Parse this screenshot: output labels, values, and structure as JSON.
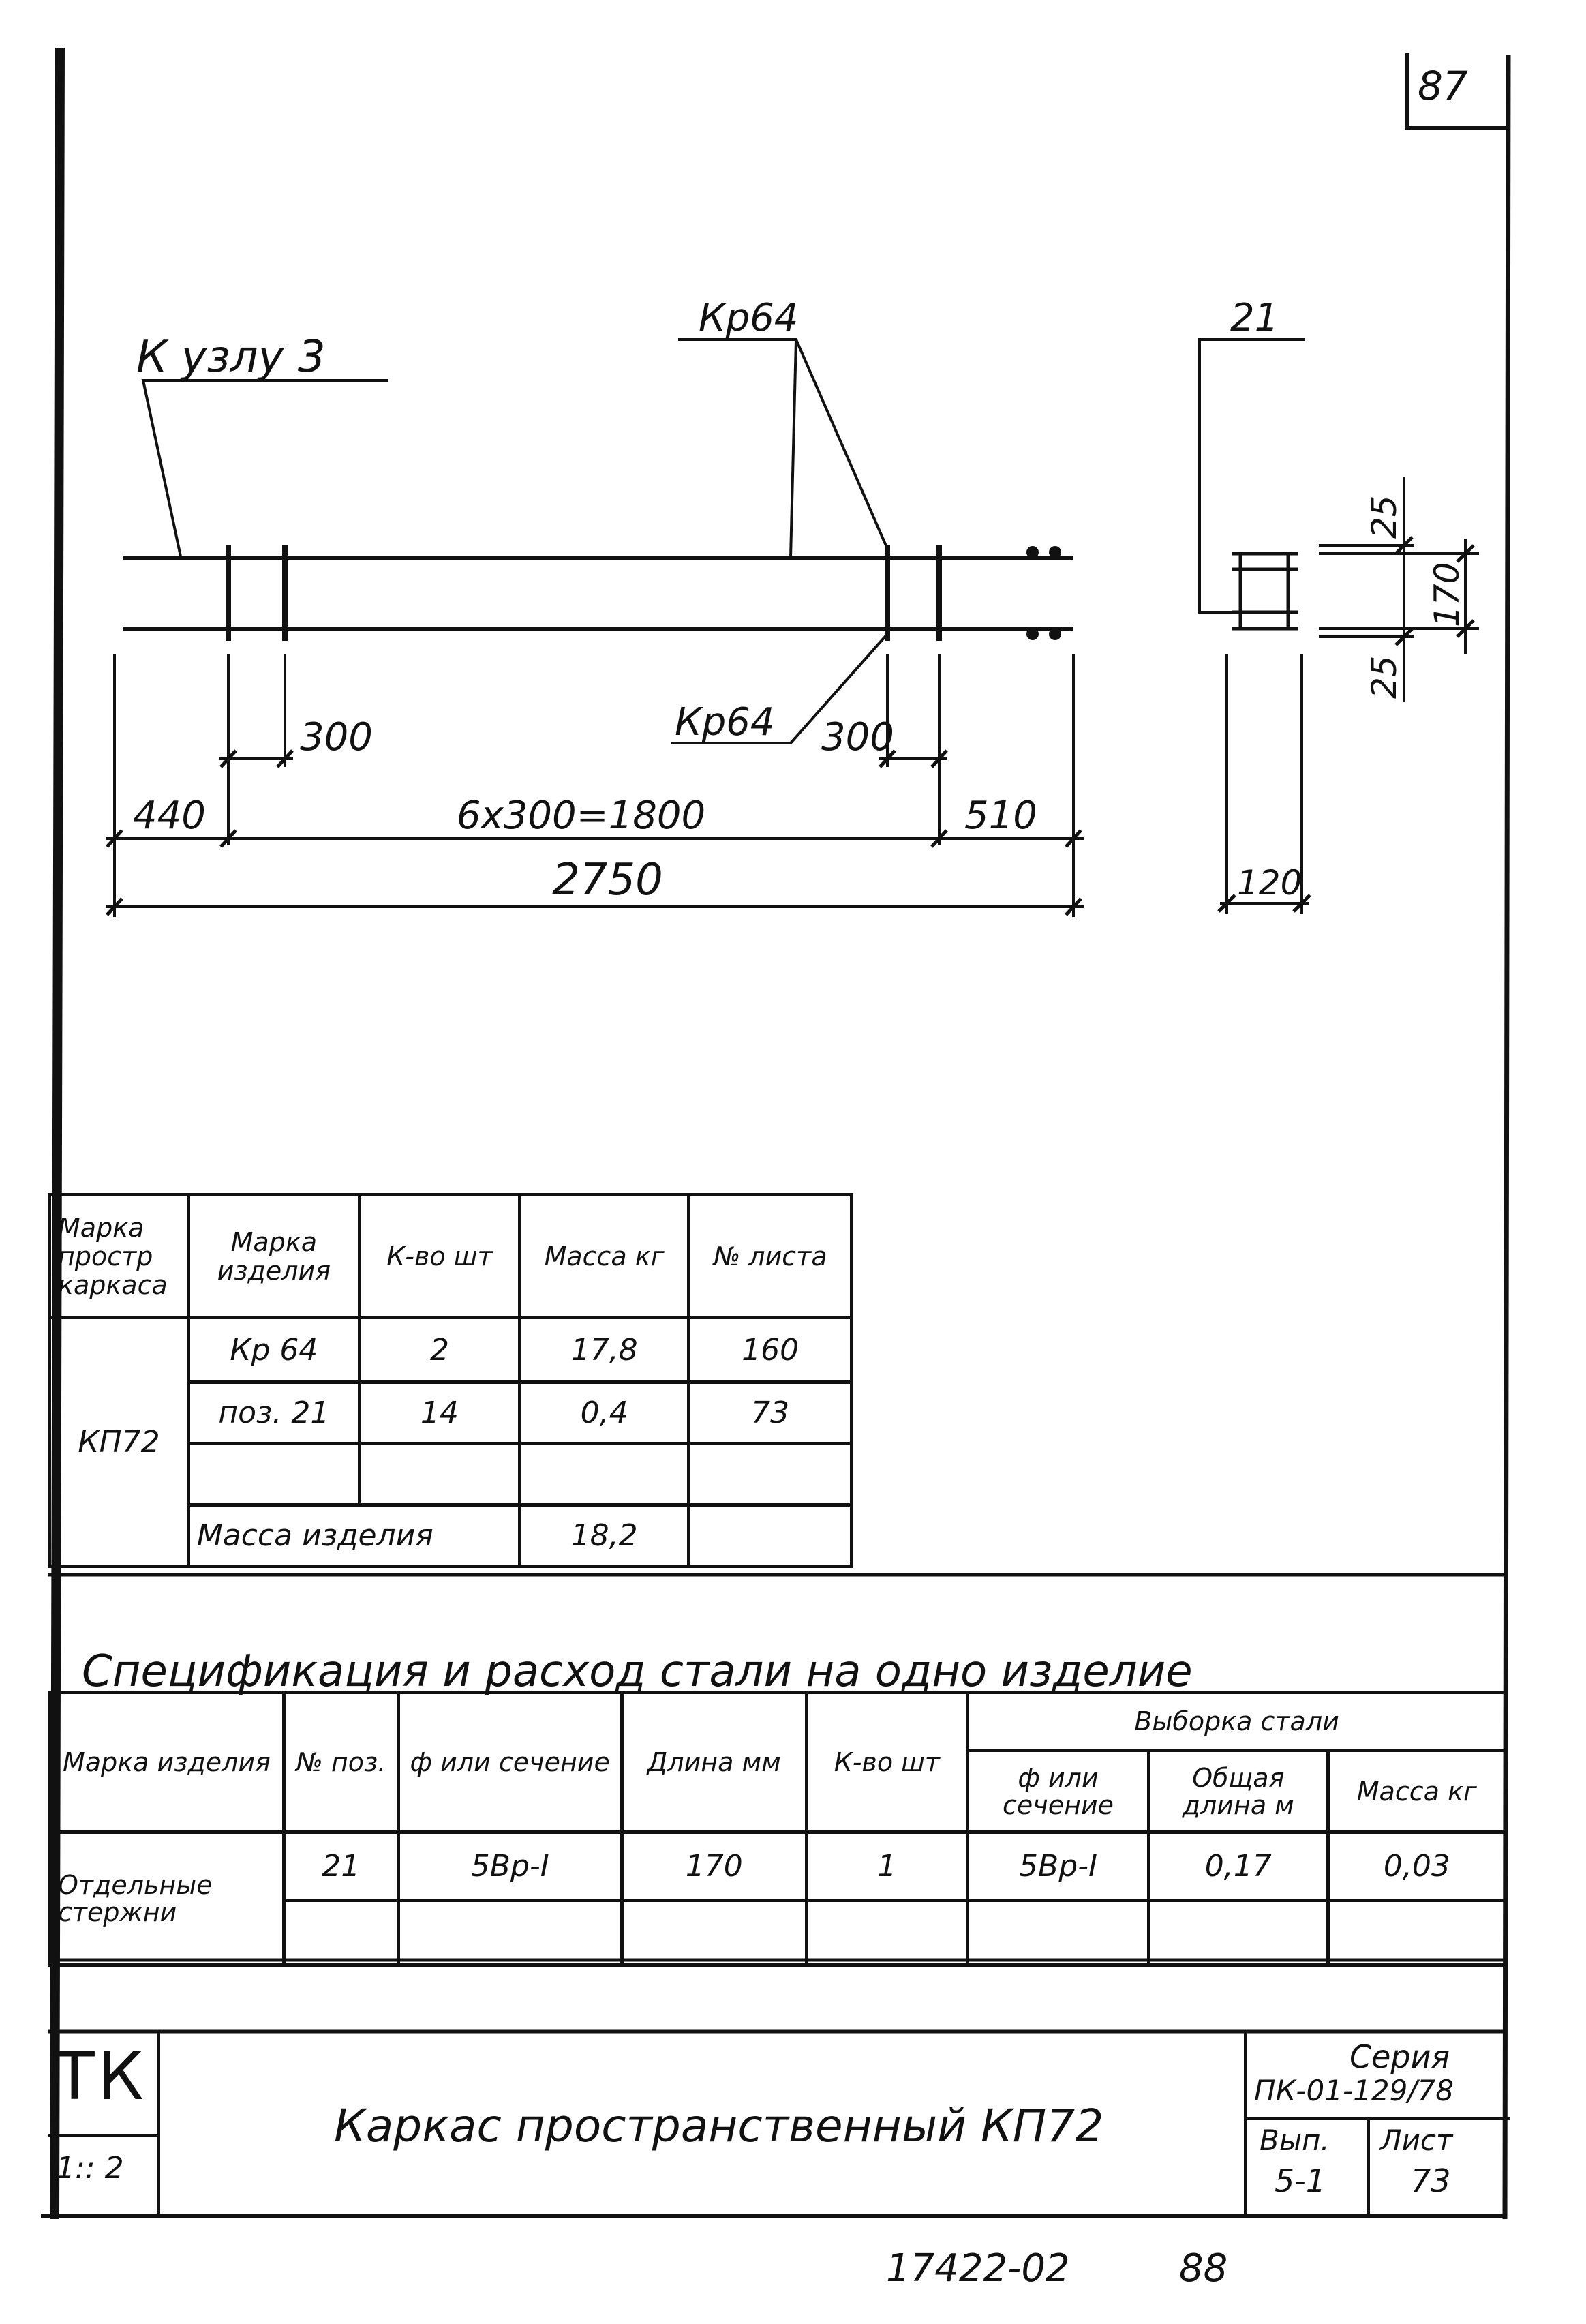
{
  "page_number": "87",
  "drawing": {
    "callout_node": "К узлу 3",
    "callout_top": "Кр64",
    "callout_bottom": "Кр64",
    "dim_300_left": "300",
    "dim_300_right": "300",
    "dim_440": "440",
    "dim_1800": "6х300=1800",
    "dim_510": "510",
    "dim_2750": "2750",
    "section_pos": "21",
    "section_25_top": "25",
    "section_170": "170",
    "section_25_bottom": "25",
    "section_120": "120"
  },
  "frame_table": {
    "headers": [
      "Марка простр каркаса",
      "Марка изделия",
      "К-во шт",
      "Масса кг",
      "№ листа"
    ],
    "frame_mark": "КП72",
    "rows": [
      [
        "Кр 64",
        "2",
        "17,8",
        "160"
      ],
      [
        "поз. 21",
        "14",
        "0,4",
        "73"
      ],
      [
        "",
        "",
        "",
        ""
      ]
    ],
    "total_label": "Масса изделия",
    "total_value": "18,2"
  },
  "spec": {
    "title": "Спецификация и расход стали на одно изделие",
    "headers": {
      "mark": "Марка изделия",
      "pos": "№ поз.",
      "diameter": "ф или сечение",
      "length": "Длина мм",
      "qty": "К-во шт",
      "selection": "Выборка стали",
      "sel_diameter": "ф или сечение",
      "sel_length": "Общая длина м",
      "sel_mass": "Масса кг"
    },
    "rows": [
      {
        "mark": "Отдельные стержни",
        "pos": "21",
        "diameter": "5Вр-I",
        "length": "170",
        "qty": "1",
        "sel_diameter": "5Вр-I",
        "sel_length": "0,17",
        "sel_mass": "0,03"
      }
    ]
  },
  "title_block": {
    "stamp_top": "ТК",
    "stamp_bottom": "1:: 2",
    "title": "Каркас пространственный КП72",
    "series_label": "Серия",
    "series_value": "ПК-01-129/78",
    "issue_label": "Вып.",
    "issue_value": "5-1",
    "sheet_label": "Лист",
    "sheet_value": "73"
  },
  "footer": {
    "archive_no": "17422-02",
    "page": "88"
  }
}
